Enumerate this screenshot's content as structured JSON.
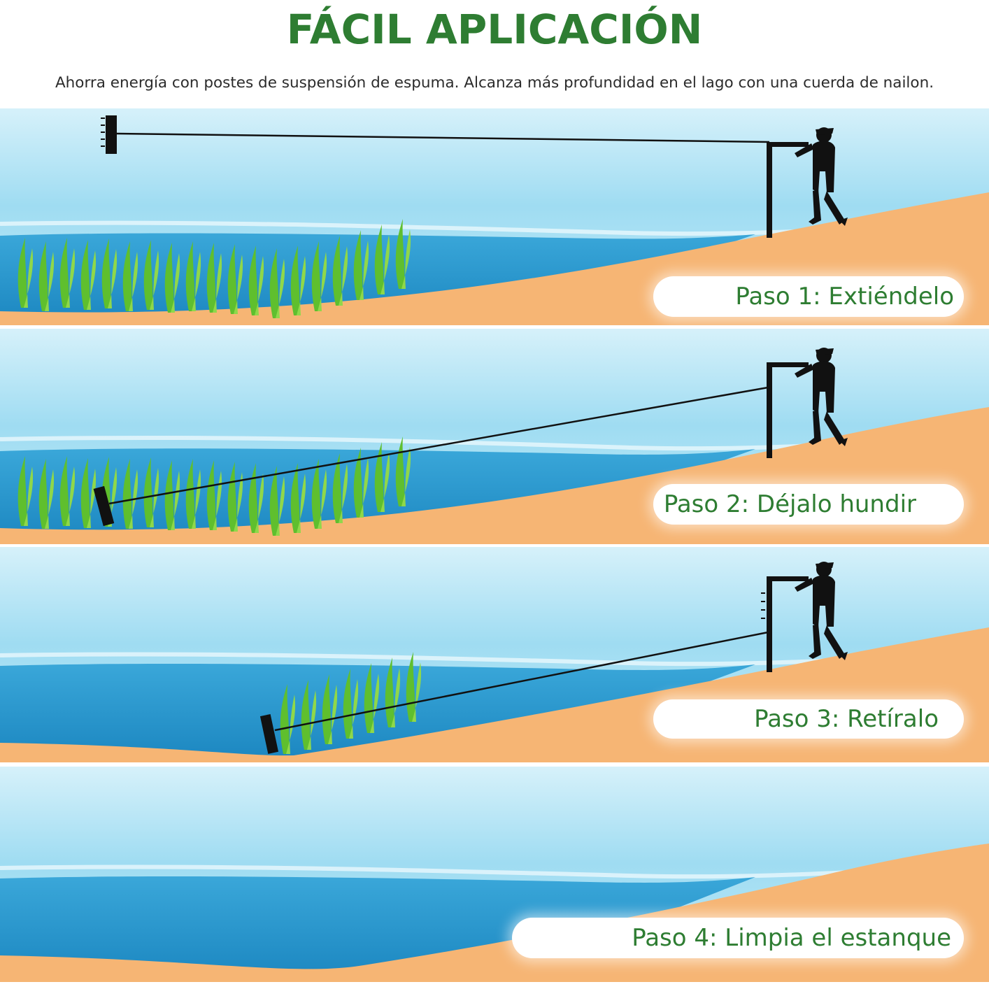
{
  "header": {
    "title": "FÁCIL APLICACIÓN",
    "subtitle": "Ahorra energía con postes de suspensión de espuma. Alcanza más profundidad en el lago con una cuerda de nailon."
  },
  "steps": [
    {
      "label": "Paso 1: Extiéndelo"
    },
    {
      "label": "Paso 2: Déjalo hundir"
    },
    {
      "label": "Paso 3: Retíralo"
    },
    {
      "label": "Paso 4: Limpia el estanque"
    }
  ],
  "colors": {
    "title_green": "#2e7d32",
    "label_green": "#2e7d32",
    "water_light": "#bfe8f6",
    "water_mid": "#7fd0ec",
    "water_deep": "#1e8fc8",
    "sand": "#f5b574",
    "weed_green": "#5cb32a",
    "silhouette": "#111111"
  },
  "icons": [
    "rake-icon",
    "fisherman-icon",
    "pole-icon",
    "waterweed-icon"
  ]
}
